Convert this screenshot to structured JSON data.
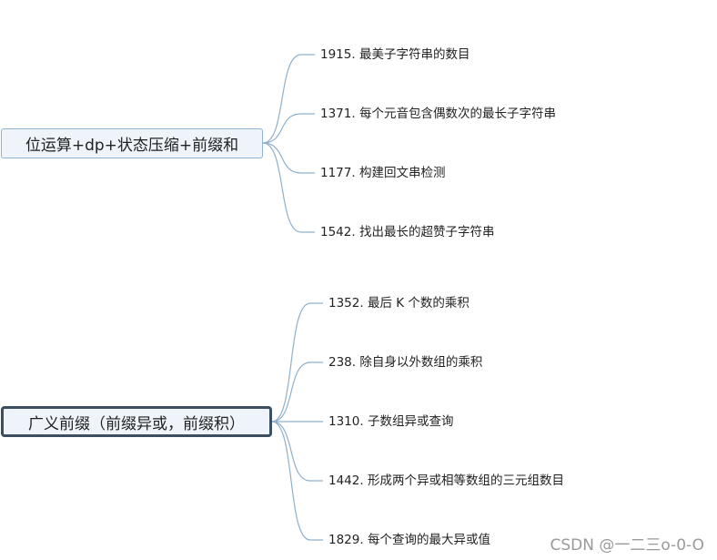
{
  "groups": [
    {
      "topic": "位运算+dp+状态压缩+前缀和",
      "items": [
        "1915. 最美子字符串的数目",
        "1371. 每个元音包含偶数次的最长子字符串",
        "1177. 构建回文串检测",
        "1542. 找出最长的超赞子字符串"
      ]
    },
    {
      "topic": "广义前缀（前缀异或，前缀积）",
      "items": [
        "1352. 最后 K 个数的乘积",
        "238. 除自身以外数组的乘积",
        "1310. 子数组异或查询",
        "1442. 形成两个异或相等数组的三元组数目",
        "1829. 每个查询的最大异或值"
      ]
    }
  ],
  "watermark": "CSDN @一二三o-0-O",
  "colors": {
    "connector": "#8fb0cc",
    "topic_fill": "#eef4fa",
    "topic1_border": "#8fb3d3",
    "topic2_border": "#3c4f60"
  }
}
